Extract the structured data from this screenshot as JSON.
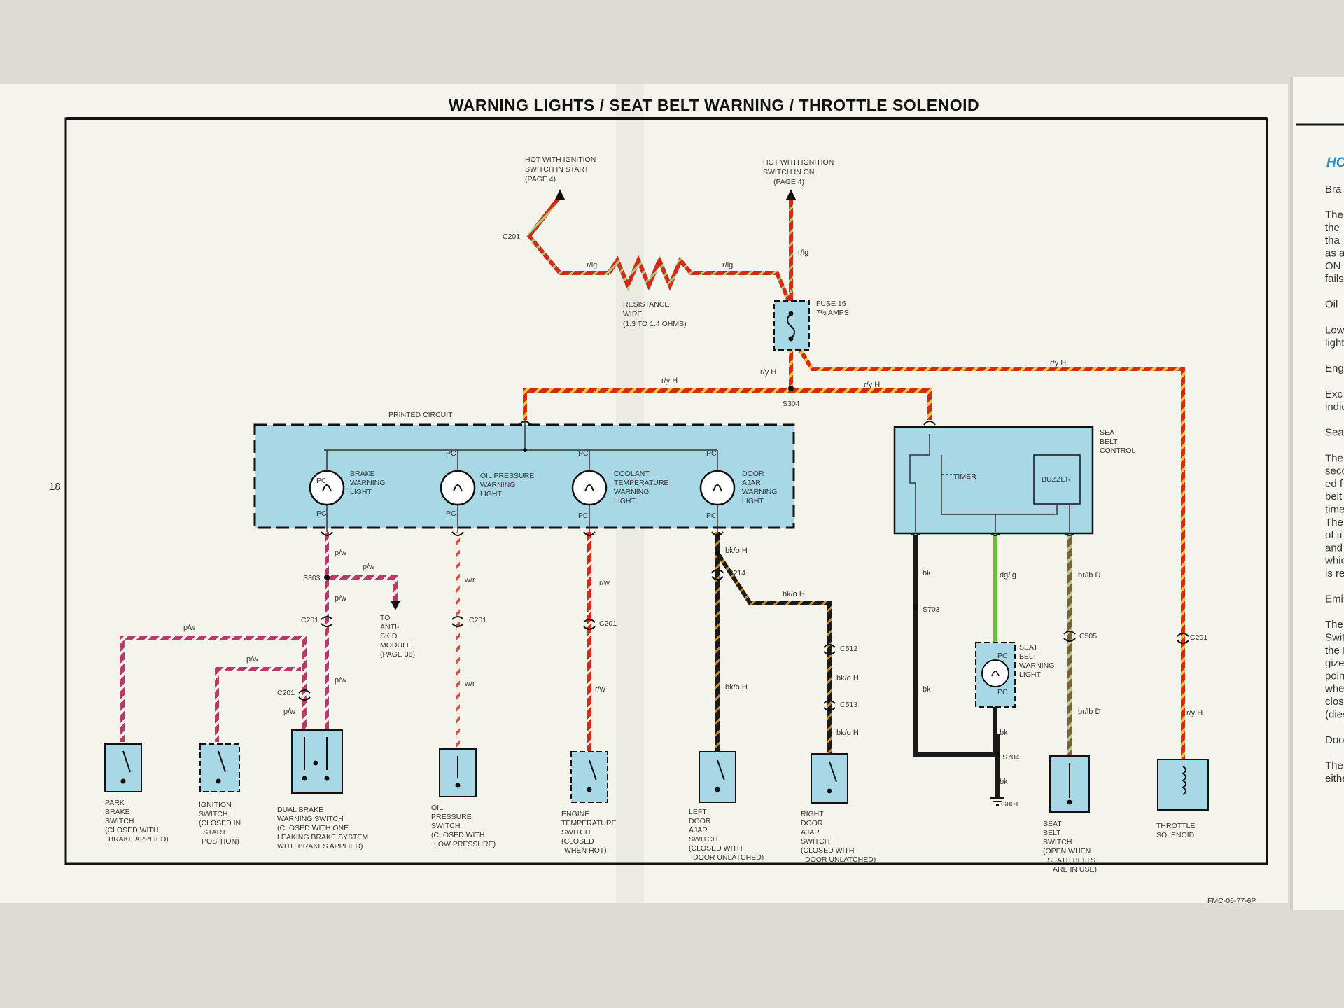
{
  "title": "WARNING LIGHTS / SEAT BELT WARNING / THROTTLE SOLENOID",
  "page_number": "18",
  "footer_code": "FMC-06-77-6P",
  "sources": {
    "hot_start": [
      "HOT WITH IGNITION",
      "SWITCH IN START",
      "(PAGE 4)"
    ],
    "hot_on": [
      "HOT WITH IGNITION",
      "SWITCH IN ON",
      "(PAGE 4)"
    ]
  },
  "resistance_wire": [
    "RESISTANCE",
    "WIRE",
    "(1.3 TO 1.4 OHMS)"
  ],
  "fuse": [
    "FUSE 16",
    "7½ AMPS"
  ],
  "connectors": {
    "c201": "C201",
    "s304": "S304",
    "s303": "S303",
    "c214": "C214",
    "c512": "C512",
    "c513": "C513",
    "s703": "S703",
    "s704": "S704",
    "c505": "C505",
    "g801": "G801"
  },
  "wire_colors": {
    "rlg": "r/lg",
    "ryh": "r/y H",
    "pw": "p/w",
    "wr": "w/r",
    "rw": "r/w",
    "bkoh": "bk/o H",
    "bk": "bk",
    "dglg": "dg/lg",
    "brlbd": "br/lb D",
    "pc": "PC"
  },
  "printed_circuit": "PRINTED CIRCUIT",
  "lights": [
    {
      "name": [
        "BRAKE",
        "WARNING",
        "LIGHT"
      ]
    },
    {
      "name": [
        "OIL PRESSURE",
        "WARNING",
        "LIGHT"
      ]
    },
    {
      "name": [
        "COOLANT",
        "TEMPERATURE",
        "WARNING",
        "LIGHT"
      ]
    },
    {
      "name": [
        "DOOR",
        "AJAR",
        "WARNING",
        "LIGHT"
      ]
    }
  ],
  "seat_belt_control": {
    "label": [
      "SEAT",
      "BELT",
      "CONTROL"
    ],
    "timer": "TIMER",
    "buzzer": "BUZZER"
  },
  "seat_belt_light": [
    "SEAT",
    "BELT",
    "WARNING",
    "LIGHT"
  ],
  "anti_skid": [
    "TO",
    "ANTI-",
    "SKID",
    "MODULE",
    "(PAGE 36)"
  ],
  "switches": [
    {
      "lines": [
        "PARK",
        "BRAKE",
        "SWITCH",
        "(CLOSED WITH",
        "BRAKE APPLIED)"
      ]
    },
    {
      "lines": [
        "IGNITION",
        "SWITCH",
        "(CLOSED IN",
        "START",
        "POSITION)"
      ]
    },
    {
      "lines": [
        "DUAL BRAKE",
        "WARNING SWITCH",
        "(CLOSED WITH ONE",
        "LEAKING BRAKE SYSTEM",
        "WITH BRAKES APPLIED)"
      ]
    },
    {
      "lines": [
        "OIL",
        "PRESSURE",
        "SWITCH",
        "(CLOSED WITH",
        "LOW PRESSURE)"
      ]
    },
    {
      "lines": [
        "ENGINE",
        "TEMPERATURE",
        "SWITCH",
        "(CLOSED",
        "WHEN HOT)"
      ]
    },
    {
      "lines": [
        "LEFT",
        "DOOR",
        "AJAR",
        "SWITCH",
        "(CLOSED WITH",
        "DOOR UNLATCHED)"
      ]
    },
    {
      "lines": [
        "RIGHT",
        "DOOR",
        "AJAR",
        "SWITCH",
        "(CLOSED WITH",
        "DOOR UNLATCHED)"
      ]
    },
    {
      "lines": [
        "SEAT",
        "BELT",
        "SWITCH",
        "(OPEN WHEN",
        "SEATS BELTS",
        "ARE IN USE)"
      ]
    },
    {
      "lines": [
        "THROTTLE",
        "SOLENOID"
      ]
    }
  ],
  "side_page": {
    "heading": "HO",
    "lines": [
      "Bra",
      "",
      "The",
      "the",
      "tha",
      "as a",
      "ON",
      "fails",
      "",
      "Oil",
      "",
      "Low",
      "light",
      "",
      "Eng",
      "",
      "Exc",
      "indic",
      "",
      "Seat",
      "",
      "The",
      "seco",
      "ed f",
      "belt",
      "time-",
      "The l",
      "of ti",
      "and i",
      "which",
      "is rele",
      "",
      "Emiss",
      "",
      "The s",
      "Switc",
      "the Ig",
      "gized,",
      "point",
      "when",
      "close",
      "(diesel",
      "",
      "Door A",
      "",
      "The D",
      "either"
    ]
  },
  "colors": {
    "red": "#d42a1c",
    "yellow": "#e8c640",
    "white": "#f5f2ea",
    "purple": "#a0305a",
    "black": "#1a1a1a",
    "orange": "#c8892e",
    "green": "#6abf3a",
    "brown": "#7a6236",
    "lightblue": "#a8d8e6",
    "accent_blue": "#1f8fd0"
  }
}
